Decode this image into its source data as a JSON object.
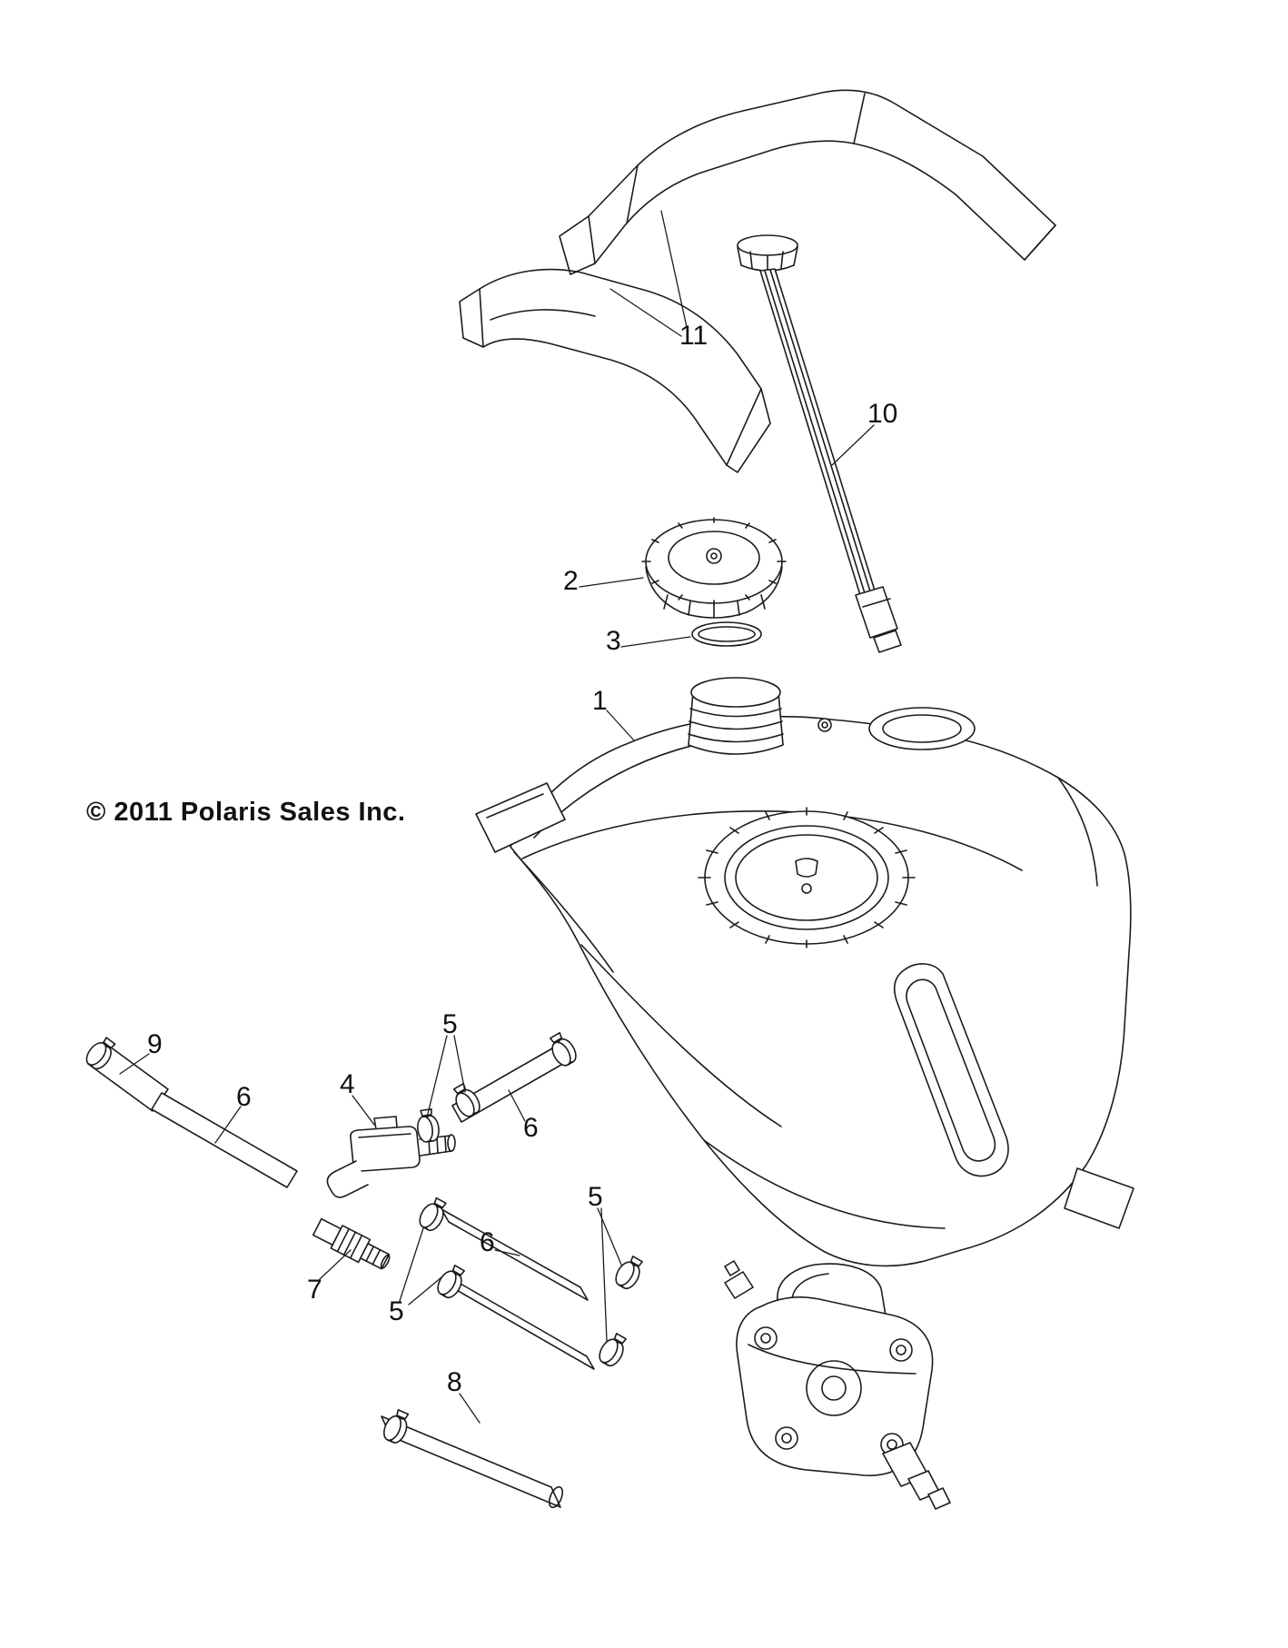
{
  "page": {
    "background": "#ffffff",
    "line_color": "#1c1c1c"
  },
  "copyright": "© 2011  Polaris Sales Inc.",
  "callouts": [
    {
      "label": "11"
    },
    {
      "label": "10"
    },
    {
      "label": "2"
    },
    {
      "label": "3"
    },
    {
      "label": "1"
    },
    {
      "label": "9"
    },
    {
      "label": "6"
    },
    {
      "label": "5"
    },
    {
      "label": "4"
    },
    {
      "label": "6"
    },
    {
      "label": "7"
    },
    {
      "label": "5"
    },
    {
      "label": "6"
    },
    {
      "label": "5"
    },
    {
      "label": "8"
    }
  ]
}
